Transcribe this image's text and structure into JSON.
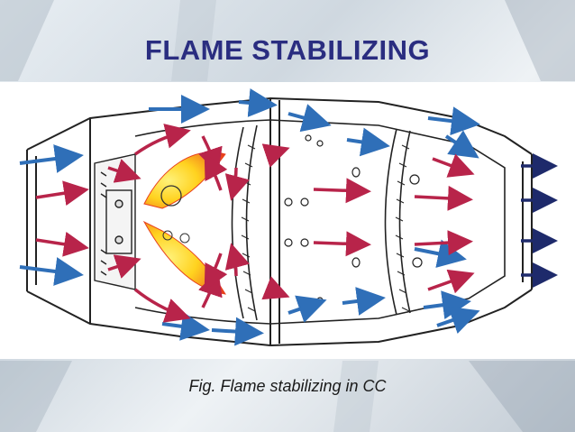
{
  "slide": {
    "title": "FLAME STABILIZING",
    "caption": "Fig. Flame stabilizing in CC"
  },
  "colors": {
    "title": "#2a2d80",
    "cold_air_arrow": "#2f6fb8",
    "hot_gas_arrow": "#b8244a",
    "exhaust_arrow": "#1e2a6b",
    "flame_outer": "#e8401c",
    "flame_inner": "#ffd21f"
  },
  "diagram": {
    "subject": "combustion chamber cross-section",
    "arrow_legend_shown": false
  }
}
